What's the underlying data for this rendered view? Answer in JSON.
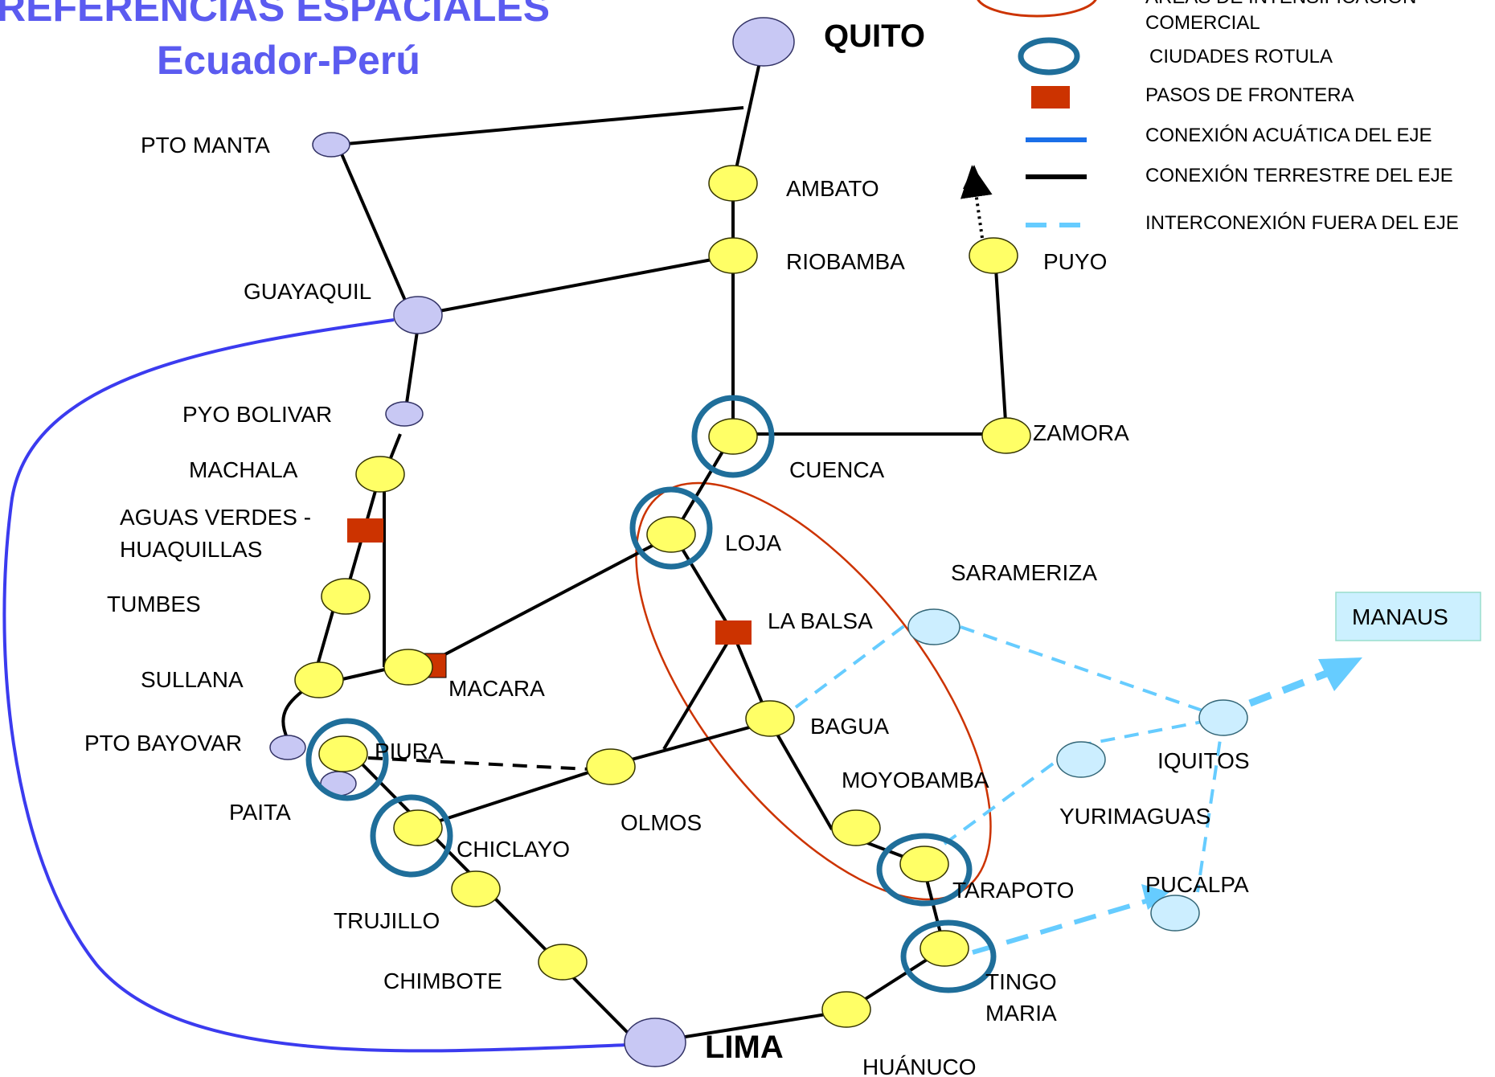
{
  "title": {
    "line1": "REFERENCIAS ESPACIALES",
    "line2": "Ecuador-Perú"
  },
  "colors": {
    "city_yellow": "#ffff66",
    "city_purple": "#c8c8f4",
    "city_lightblue": "#cceeff",
    "rotula_ring": "#1f6e9a",
    "frontier": "#cc3300",
    "area_ellipse": "#cc3300",
    "aquatic": "#3b3bef",
    "terrestrial": "#000000",
    "outside": "#66ccff",
    "manaus_box": "#ccf0ff"
  },
  "legend": {
    "area": "ÁREAS DE INTENSIFICACIÓN COMERCIAL",
    "area_line2": "COMERCIAL",
    "rotula": "CIUDADES ROTULA",
    "frontier": "PASOS DE FRONTERA",
    "aquatic": "CONEXIÓN ACUÁTICA DEL EJE",
    "terrestrial": "CONEXIÓN TERRESTRE DEL EJE",
    "outside": "INTERCONEXIÓN FUERA DEL EJE"
  },
  "cities": {
    "quito": "QUITO",
    "pto_manta": "PTO MANTA",
    "ambato": "AMBATO",
    "riobamba": "RIOBAMBA",
    "puyo": "PUYO",
    "guayaquil": "GUAYAQUIL",
    "pyo_bolivar": "PYO BOLIVAR",
    "machala": "MACHALA",
    "aguas_verdes_1": "AGUAS VERDES -",
    "aguas_verdes_2": "HUAQUILLAS",
    "tumbes": "TUMBES",
    "sullana": "SULLANA",
    "macara": "MACARA",
    "pto_bayovar": "PTO BAYOVAR",
    "piura": "PIURA",
    "paita": "PAITA",
    "chiclayo": "CHICLAYO",
    "trujillo": "TRUJILLO",
    "chimbote": "CHIMBOTE",
    "lima": "LIMA",
    "huanuco": "HUÁNUCO",
    "tingo_1": "TINGO",
    "tingo_2": "MARIA",
    "tarapoto": "TARAPOTO",
    "moyobamba": "MOYOBAMBA",
    "bagua": "BAGUA",
    "olmos": "OLMOS",
    "la_balsa": "LA BALSA",
    "loja": "LOJA",
    "cuenca": "CUENCA",
    "zamora": "ZAMORA",
    "sarameriza": "SARAMERIZA",
    "yurimaguas": "YURIMAGUAS",
    "iquitos": "IQUITOS",
    "pucalpa": "PUCALPA",
    "manaus": "MANAUS"
  }
}
